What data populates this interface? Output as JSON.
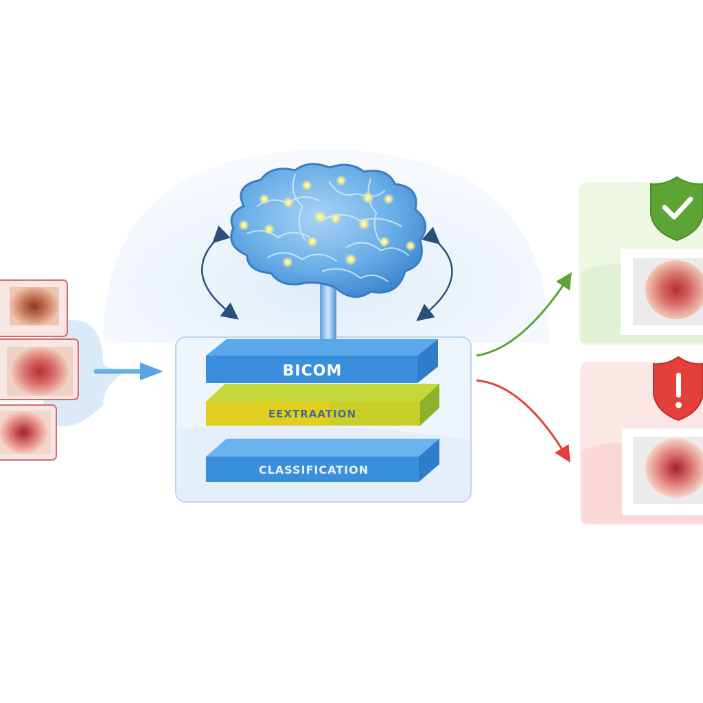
{
  "pipeline": {
    "layers": [
      {
        "label": "BICOM",
        "color": "#3a8fdc"
      },
      {
        "label": "EEXTRAATION",
        "color": "#e0cf20"
      },
      {
        "label": "CLASSIFICATION",
        "color": "#3a8fdc"
      }
    ]
  },
  "inputs": {
    "count": 3,
    "frame_color": "#d86a6a"
  },
  "outputs": {
    "benign": {
      "icon": "shield-check-icon",
      "color": "#5ca535",
      "panel_color": "#eef7e2"
    },
    "malignant": {
      "icon": "shield-alert-icon",
      "color": "#e2403a",
      "panel_color": "#fde6e6"
    }
  },
  "colors": {
    "accent_blue": "#3a8fdc",
    "brain_blue": "#6aaee8",
    "neuron_glow": "#f6f08a",
    "arrow_in": "#6ab0e8",
    "arrow_benign": "#5ca535",
    "arrow_malignant": "#e2403a"
  }
}
